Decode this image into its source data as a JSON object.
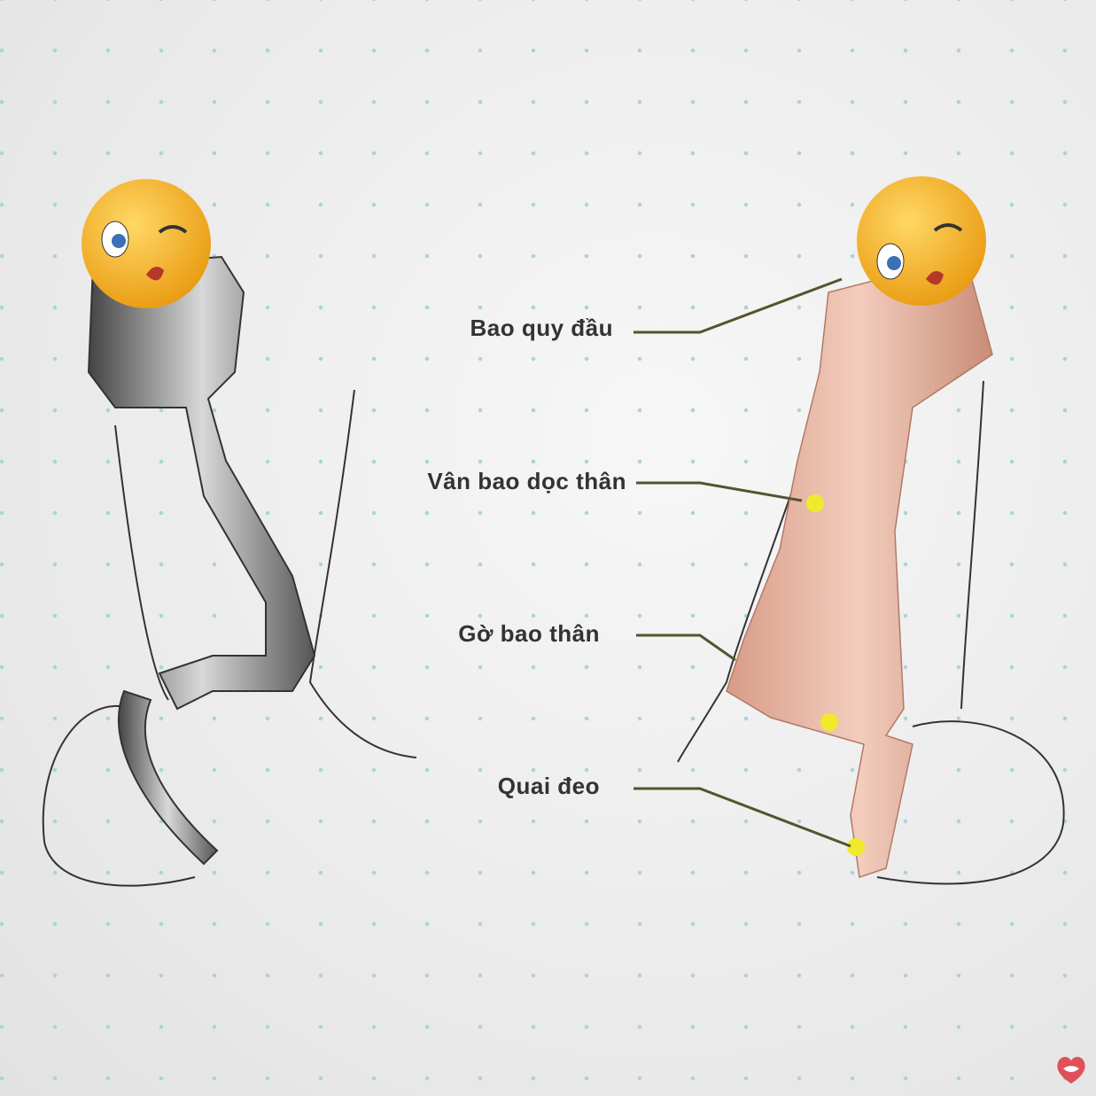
{
  "labels": [
    {
      "text": "Bao quy đầu"
    },
    {
      "text": "Vân bao dọc thân"
    },
    {
      "text": "Gờ bao thân"
    },
    {
      "text": "Quai đeo"
    }
  ],
  "colors": {
    "metal": "#8a8a8a",
    "skin": "#e9b9a6",
    "marker": "#f1ea2a",
    "emoji": "#f6b51c",
    "logo": "#e0505a",
    "dots": "#a9d6cf"
  },
  "icons": [
    "wink-emoji-icon",
    "wink-emoji-icon",
    "lips-heart-logo-icon"
  ]
}
